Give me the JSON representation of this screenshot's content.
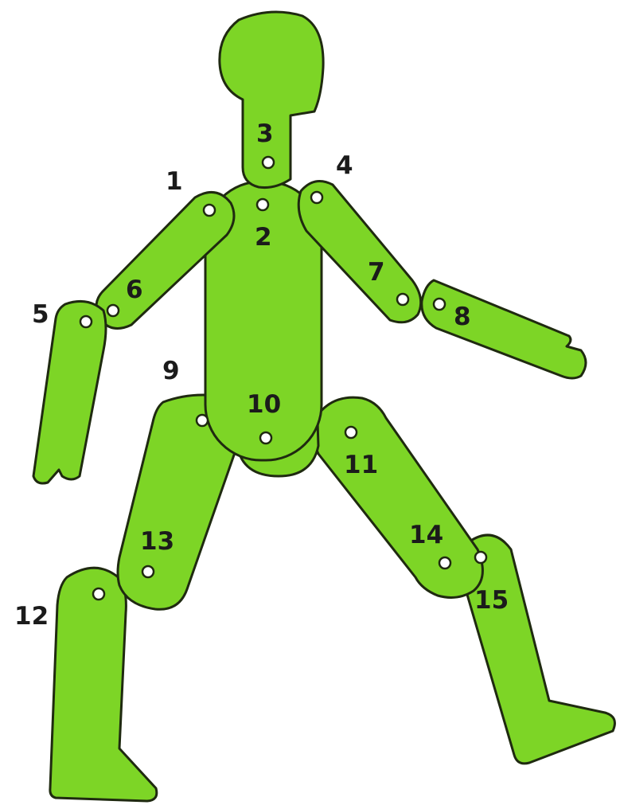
{
  "figure": {
    "colors": {
      "fill": "#7dd526",
      "outline": "#1f2a10",
      "hole": "#ffffff",
      "background": "#ffffff"
    },
    "parts": [
      "head",
      "neck",
      "torso",
      "hip",
      "upper-arm-left",
      "forearm-left",
      "upper-arm-right",
      "forearm-right",
      "thigh-left",
      "shin-left",
      "thigh-right",
      "shin-right"
    ],
    "labels": {
      "l1": "1",
      "l2": "2",
      "l3": "3",
      "l4": "4",
      "l5": "5",
      "l6": "6",
      "l7": "7",
      "l8": "8",
      "l9": "9",
      "l10": "10",
      "l11": "11",
      "l12": "12",
      "l13": "13",
      "l14": "14",
      "l15": "15"
    }
  }
}
